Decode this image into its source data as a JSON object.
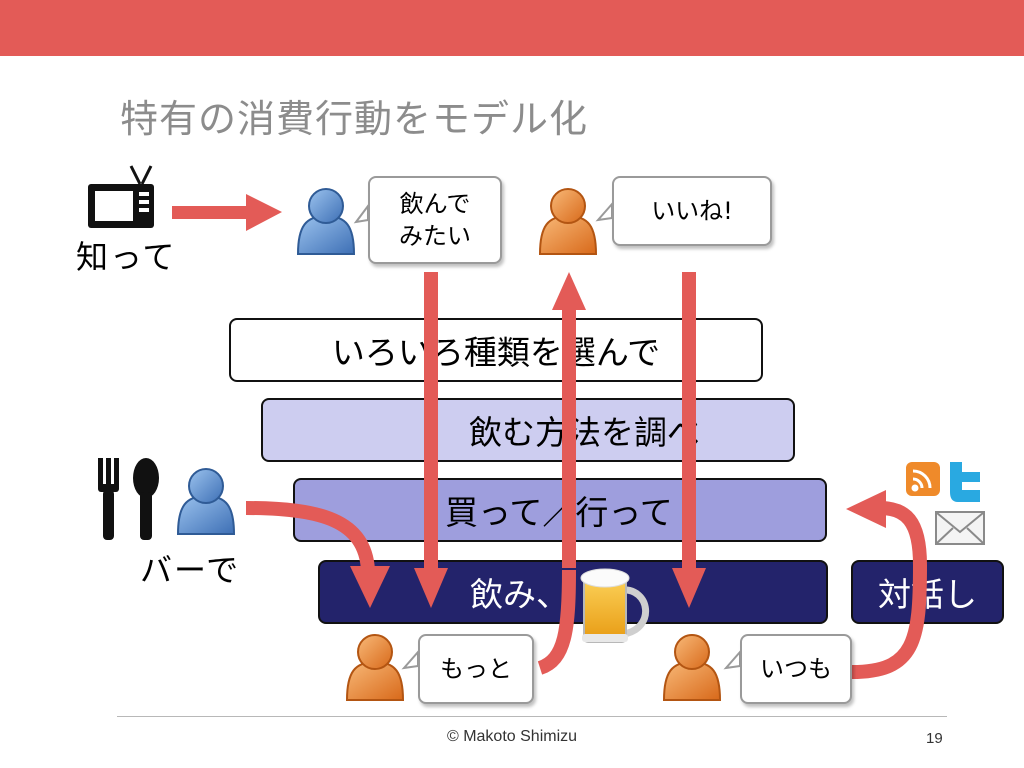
{
  "slide": {
    "title": "特有の消費行動をモデル化",
    "footer": "© Makoto Shimizu",
    "page_number": "19",
    "accent_color": "#e35b57"
  },
  "left": {
    "tv_caption": "知って",
    "bar_caption": "バーで"
  },
  "bubbles": {
    "want_to_drink": "飲んで\nみたい",
    "like": "いいね!",
    "more": "もっと",
    "always": "いつも"
  },
  "layers": {
    "choose": "いろいろ種類を選んで",
    "research": "飲む方法を調べ",
    "buy_go": "買って／行って",
    "drink": "飲み、",
    "dialogue": "対話し"
  },
  "colors": {
    "arrow": "#e35b57",
    "layer_choose": "#ffffff",
    "layer_research": "#cdcdf0",
    "layer_buy_go": "#9e9edd",
    "layer_drink": "#23236b",
    "layer_dialogue": "#23236b",
    "person_blue": "#5b8fd0",
    "person_orange": "#ec8a32"
  },
  "icons": [
    "tv-icon",
    "fork-icon",
    "spoon-icon",
    "beer-mug-icon",
    "rss-icon",
    "twitter-icon",
    "mail-icon",
    "person-icon"
  ]
}
